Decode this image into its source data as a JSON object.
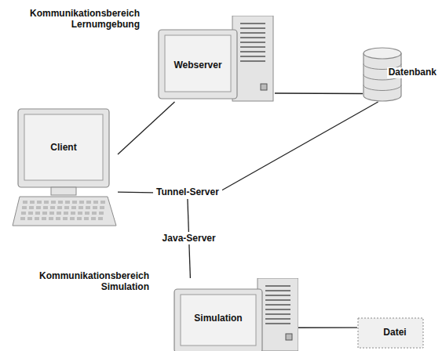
{
  "diagram": {
    "nodes": [
      {
        "text": [
          "Webserver"
        ]
      },
      {
        "text": [
          "Datenbank"
        ]
      },
      {
        "text": [
          "Client"
        ]
      },
      {
        "text": [
          "Tunnel-Server"
        ]
      },
      {
        "text": [
          "Simulation"
        ]
      },
      {
        "text": [
          "Datei"
        ]
      }
    ],
    "edges": [
      {
        "from": 2,
        "to": 0,
        "arrow": "none"
      },
      {
        "from": 2,
        "to": 3,
        "arrow": "none"
      },
      {
        "from": 0,
        "to": 1,
        "arrow": "none"
      },
      {
        "from": 3,
        "to": 1,
        "arrow": "none"
      },
      {
        "from": 3,
        "to": 4,
        "label": "Java-Server",
        "arrow": "none"
      },
      {
        "from": 4,
        "to": 5,
        "arrow": "none"
      }
    ],
    "labels": [
      "Kommunikationsbereich Lernumgebung",
      "Kommunikationsbereich Simulation"
    ]
  }
}
